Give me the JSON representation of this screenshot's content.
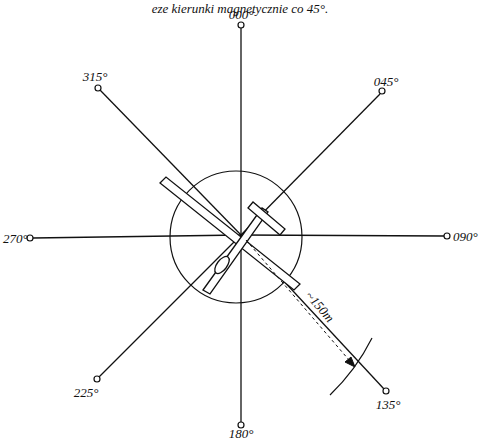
{
  "diagram": {
    "labels": [
      "eze kierunki magnetycznie co 45°.",
      "000°",
      "045°",
      "090°",
      "135°",
      "180°",
      "225°",
      "270°",
      "315°",
      "~150m"
    ]
  }
}
